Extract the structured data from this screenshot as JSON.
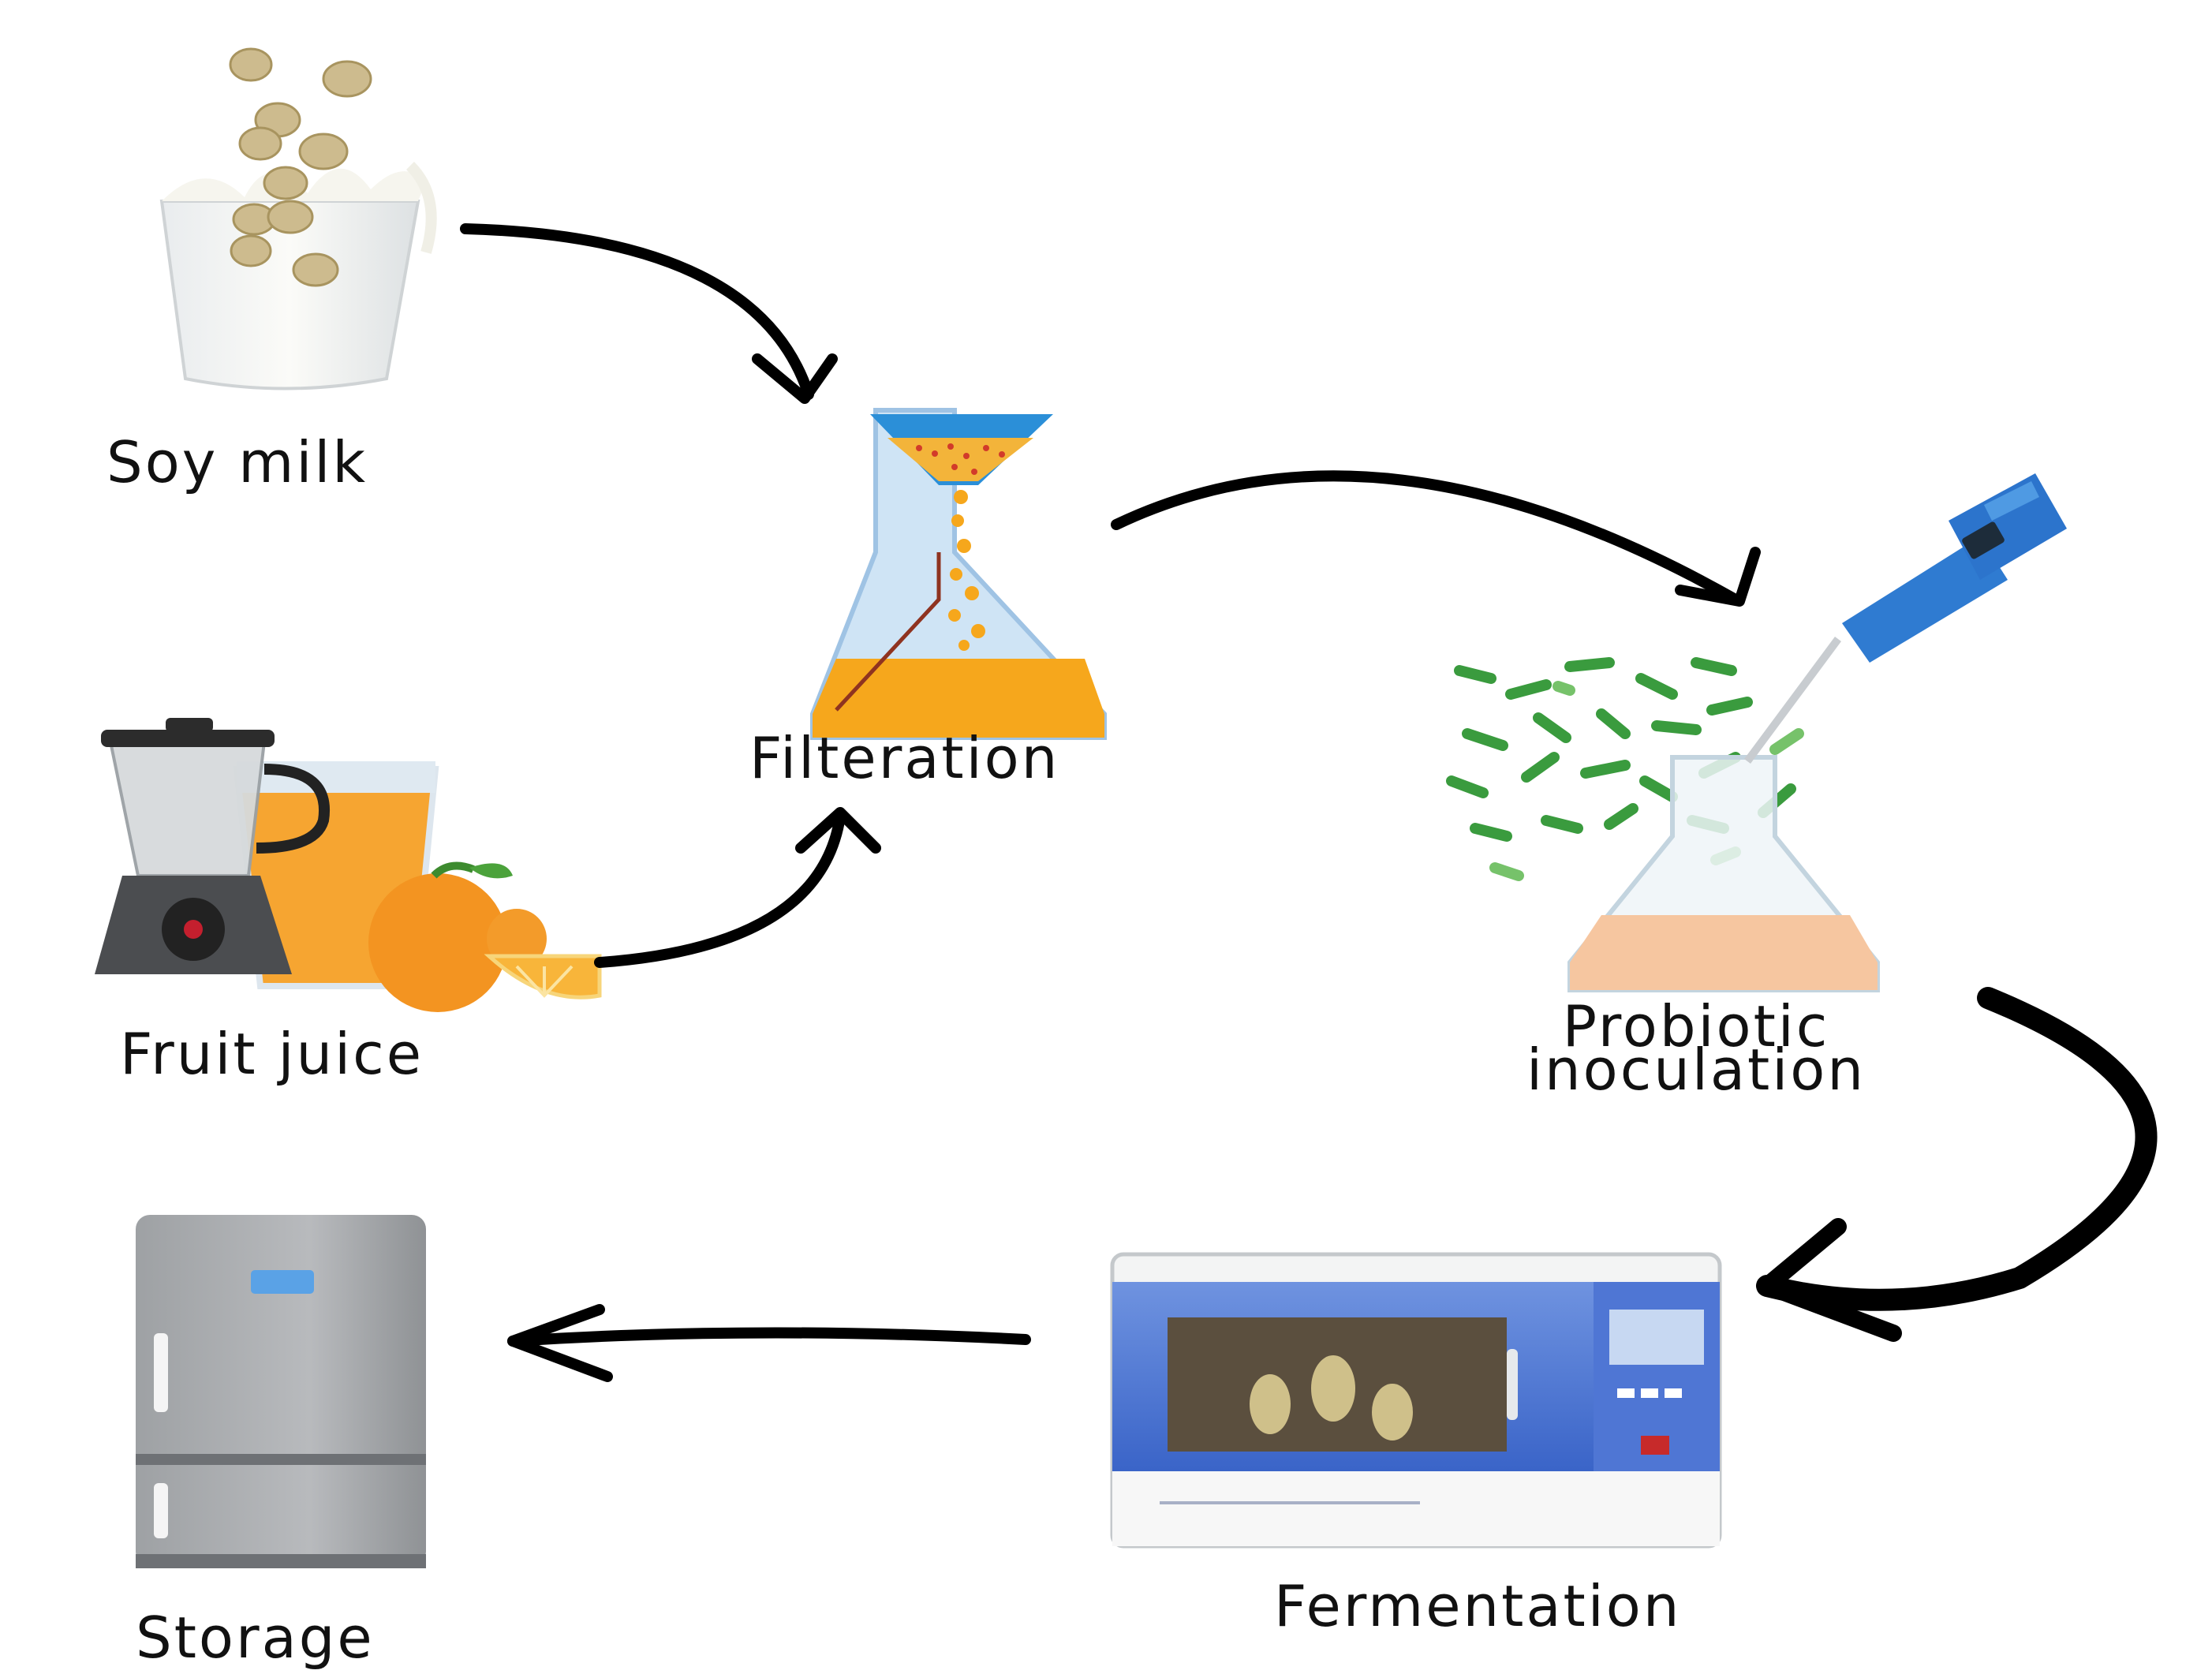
{
  "diagram": {
    "steps": {
      "soy_milk": "Soy milk",
      "fruit_juice": "Fruit juice",
      "filtration": "Filteration",
      "probiotic_line1": "Probiotic",
      "probiotic_line2": "inoculation",
      "fermentation": "Fermentation",
      "storage": "Storage"
    }
  }
}
